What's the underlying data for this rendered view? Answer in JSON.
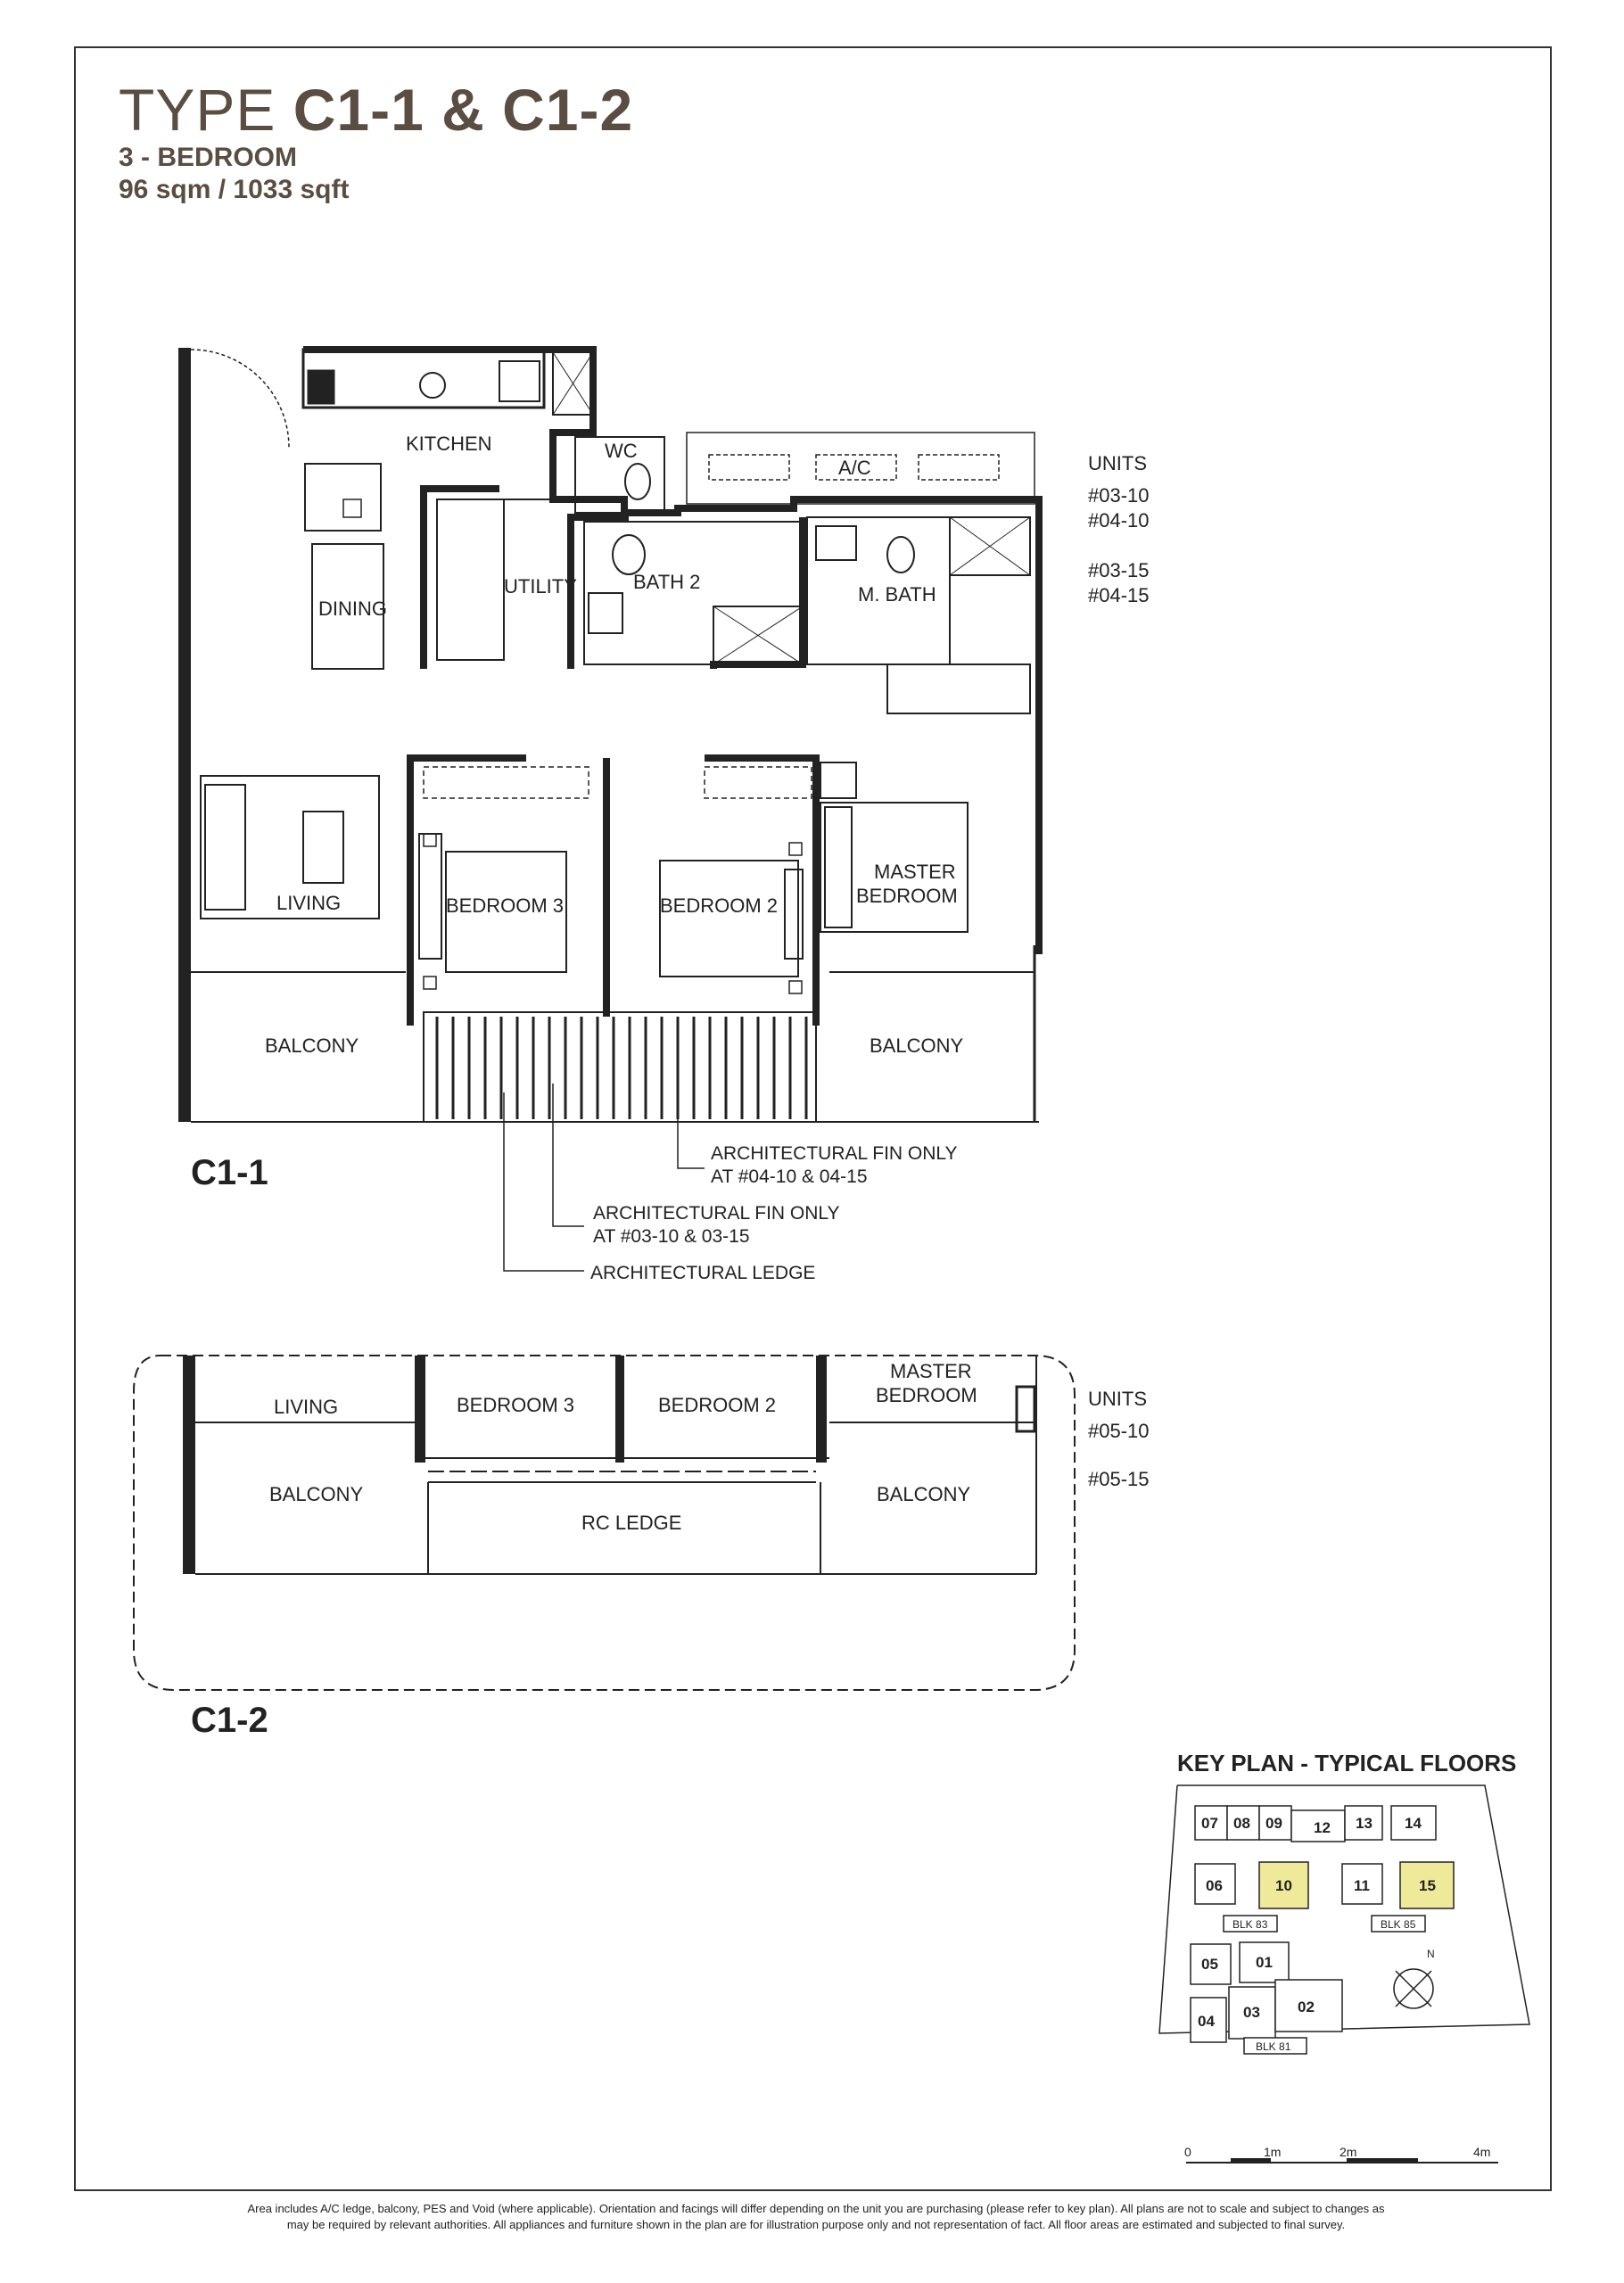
{
  "header": {
    "type_prefix": "TYPE ",
    "type_codes": "C1-1 & C1-2",
    "bedroom_label": "3 - BEDROOM",
    "area": "96 sqm / 1033 sqft"
  },
  "plan_c1_1": {
    "label": "C1-1",
    "rooms": {
      "kitchen": "KITCHEN",
      "wc": "WC",
      "ac": "A/C",
      "dining": "DINING",
      "utility": "UTILITY",
      "bath2": "BATH 2",
      "mbath": "M. BATH",
      "living": "LIVING",
      "bedroom3": "BEDROOM 3",
      "bedroom2": "BEDROOM 2",
      "master1": "MASTER",
      "master2": "BEDROOM",
      "balcony_left": "BALCONY",
      "balcony_right": "BALCONY"
    },
    "units_title": "UNITS",
    "units": [
      "#03-10",
      "#04-10",
      "#03-15",
      "#04-15"
    ],
    "callouts": {
      "fin_0415_line1": "ARCHITECTURAL FIN ONLY",
      "fin_0415_line2": "AT #04-10 & 04-15",
      "fin_0315_line1": "ARCHITECTURAL FIN ONLY",
      "fin_0315_line2": "AT #03-10 & 03-15",
      "ledge": "ARCHITECTURAL LEDGE"
    }
  },
  "plan_c1_2": {
    "label": "C1-2",
    "rooms": {
      "living": "LIVING",
      "bedroom3": "BEDROOM 3",
      "bedroom2": "BEDROOM 2",
      "master1": "MASTER",
      "master2": "BEDROOM",
      "balcony_left": "BALCONY",
      "balcony_right": "BALCONY",
      "rc_ledge": "RC LEDGE"
    },
    "units_title": "UNITS",
    "units": [
      "#05-10",
      "#05-15"
    ]
  },
  "key_plan": {
    "title": "KEY PLAN - TYPICAL FLOORS",
    "units": [
      "07",
      "08",
      "09",
      "12",
      "13",
      "14",
      "06",
      "10",
      "11",
      "15",
      "05",
      "01",
      "04",
      "03",
      "02"
    ],
    "blocks": [
      "BLK 83",
      "BLK 85",
      "BLK 81"
    ],
    "north": "N",
    "highlight_color": "#efe99a",
    "scale": [
      "0",
      "1m",
      "2m",
      "4m"
    ]
  },
  "footer": {
    "line1": "Area includes A/C ledge, balcony, PES and Void (where applicable). Orientation and facings will differ depending on the unit you are purchasing (please refer to key plan). All plans are not to scale and subject to changes as",
    "line2": "may be required by relevant authorities. All appliances and furniture shown in the plan are for illustration purpose only and not representation of fact. All floor areas are estimated and subjected to final survey."
  }
}
